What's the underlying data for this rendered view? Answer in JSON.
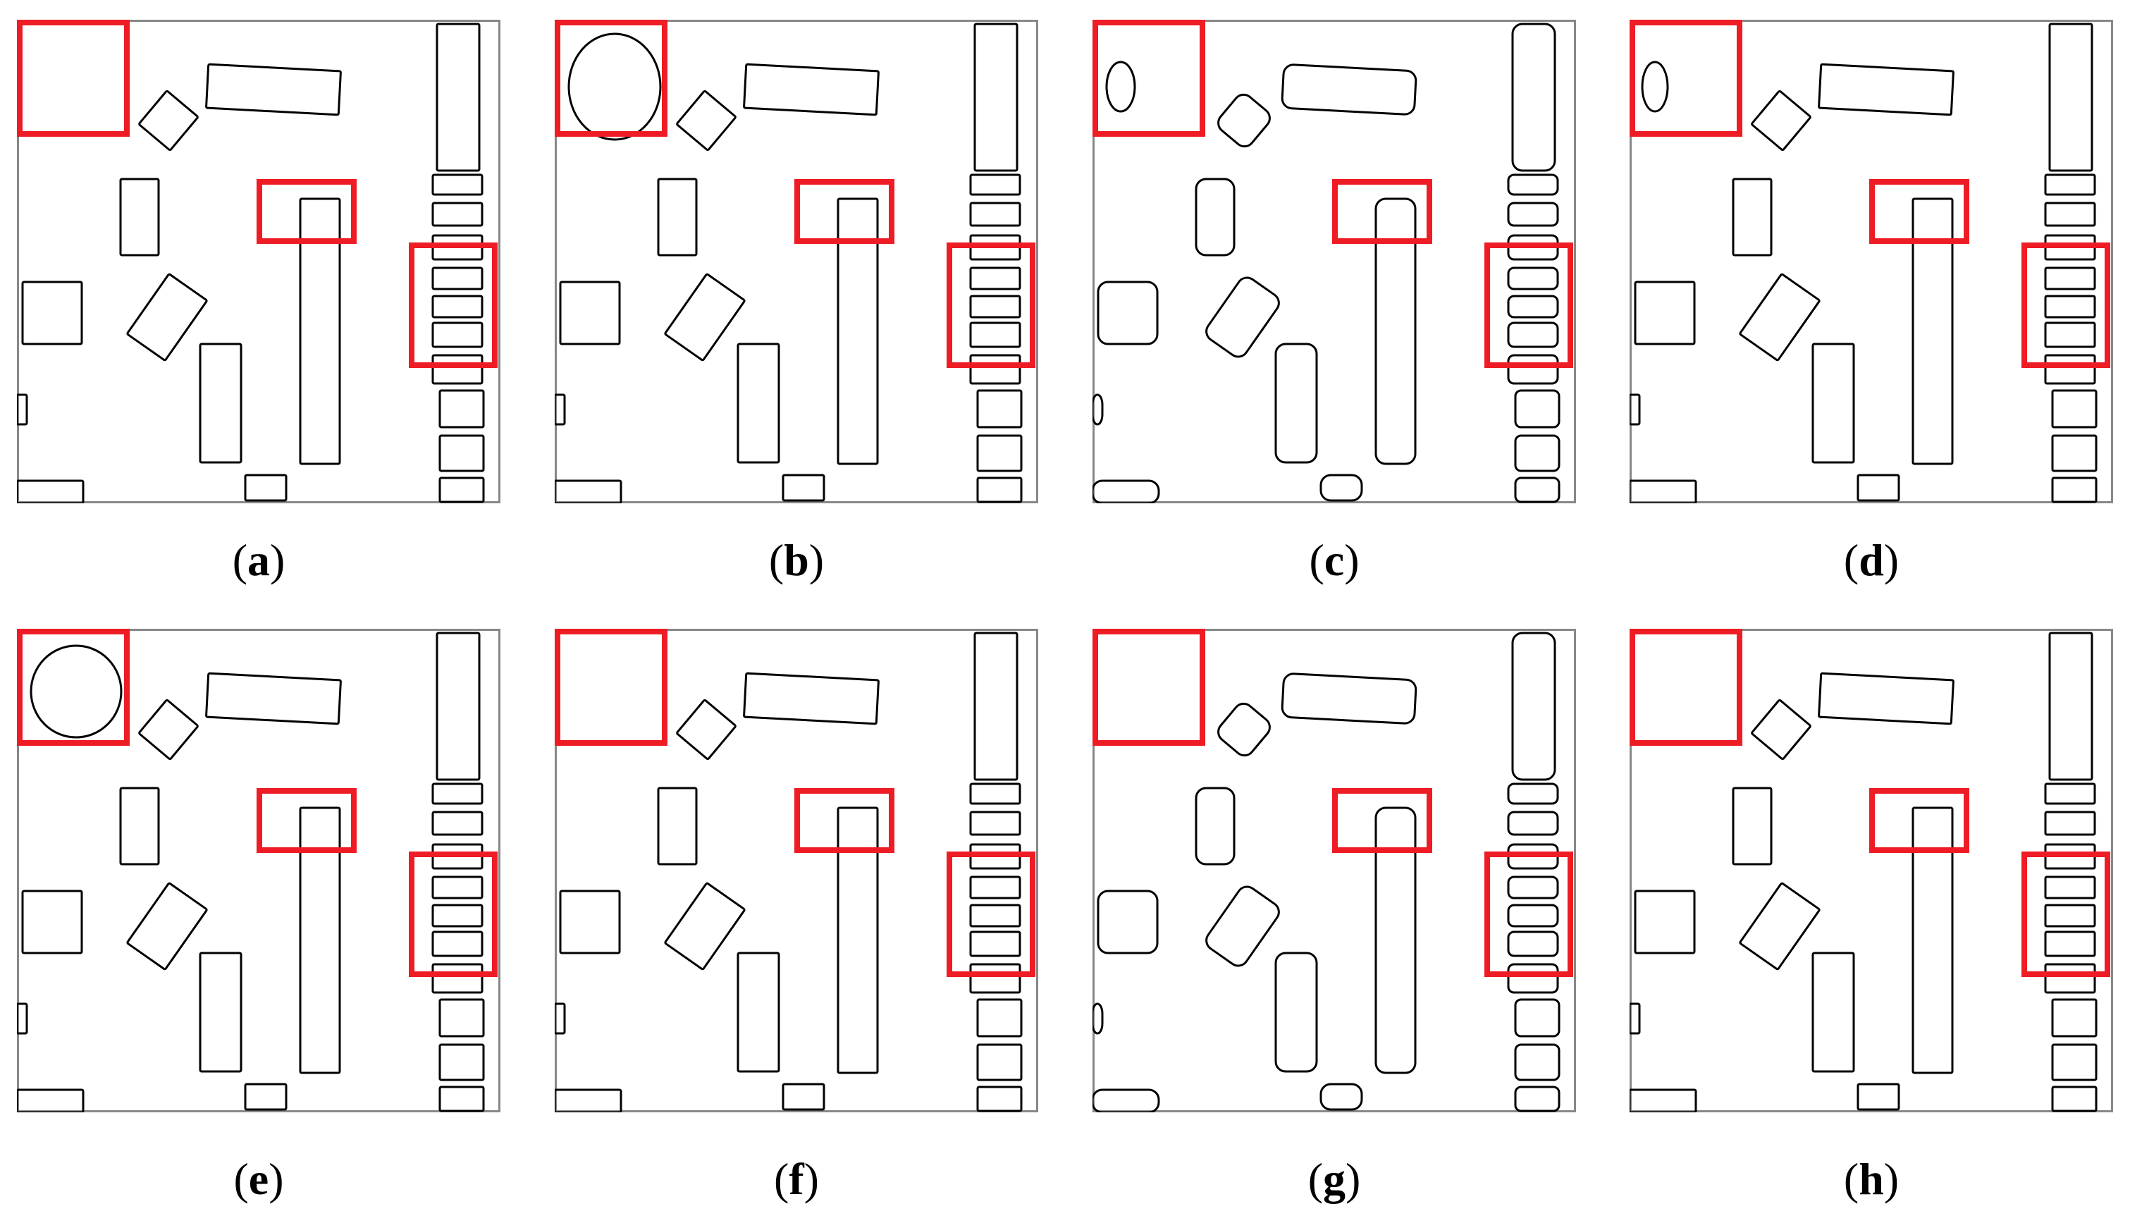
{
  "colors": {
    "outline": "#000000",
    "frame": "#888888",
    "highlight": "#ee1c25",
    "background": "#ffffff"
  },
  "panels": [
    {
      "label": "a"
    },
    {
      "label": "b"
    },
    {
      "label": "c"
    },
    {
      "label": "d"
    },
    {
      "label": "e"
    },
    {
      "label": "f"
    },
    {
      "label": "g"
    },
    {
      "label": "h"
    }
  ]
}
